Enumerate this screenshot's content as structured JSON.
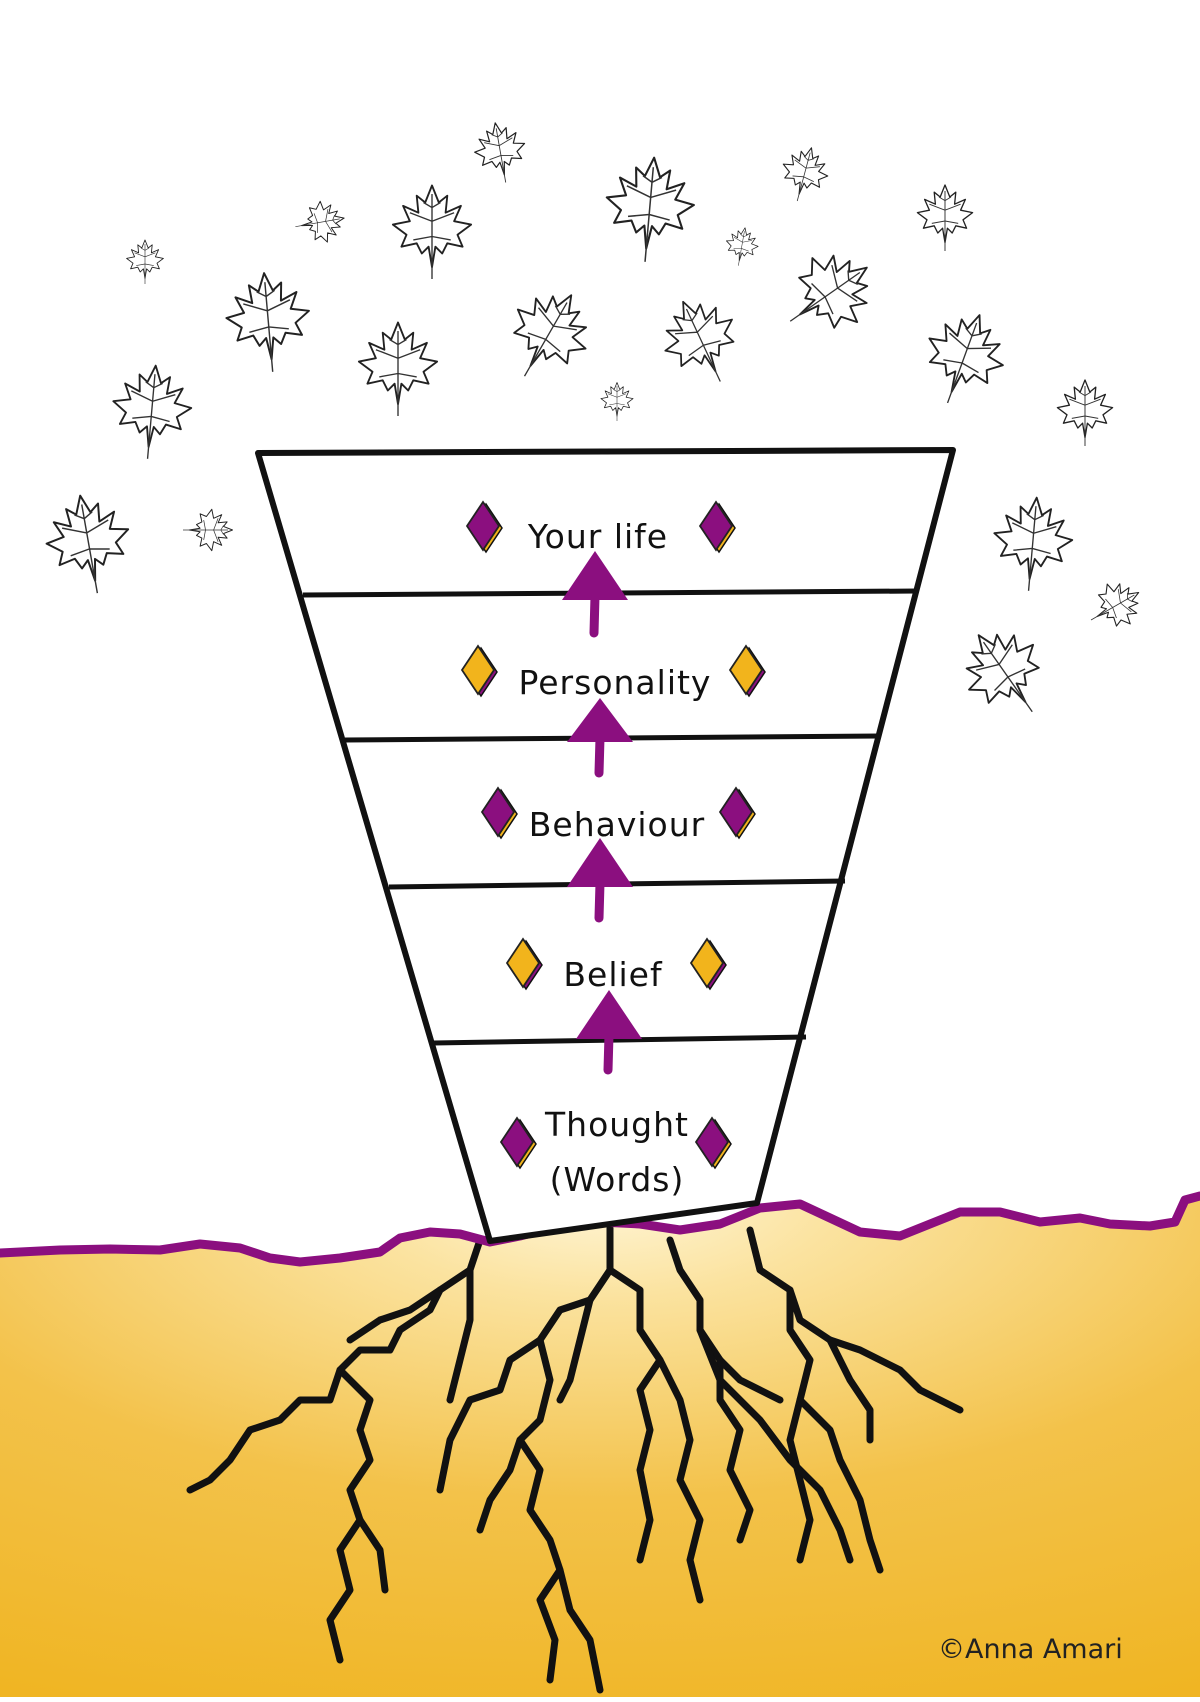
{
  "diagram": {
    "levels": [
      {
        "label_lines": [
          "Your life"
        ],
        "diamond_color": "#8b0f7f"
      },
      {
        "label_lines": [
          "Personality"
        ],
        "diamond_color": "#f2b41c"
      },
      {
        "label_lines": [
          "Behaviour"
        ],
        "diamond_color": "#8b0f7f"
      },
      {
        "label_lines": [
          "Belief"
        ],
        "diamond_color": "#f2b41c"
      },
      {
        "label_lines": [
          "Thought",
          "(Words)"
        ],
        "diamond_color": "#8b0f7f"
      }
    ],
    "credit": "©Anna Amari"
  },
  "colors": {
    "purple": "#8b0f7f",
    "gold": "#f2b41c",
    "soil_light": "#fbe3a0",
    "soil_dark": "#f0b523",
    "outline": "#111111"
  }
}
